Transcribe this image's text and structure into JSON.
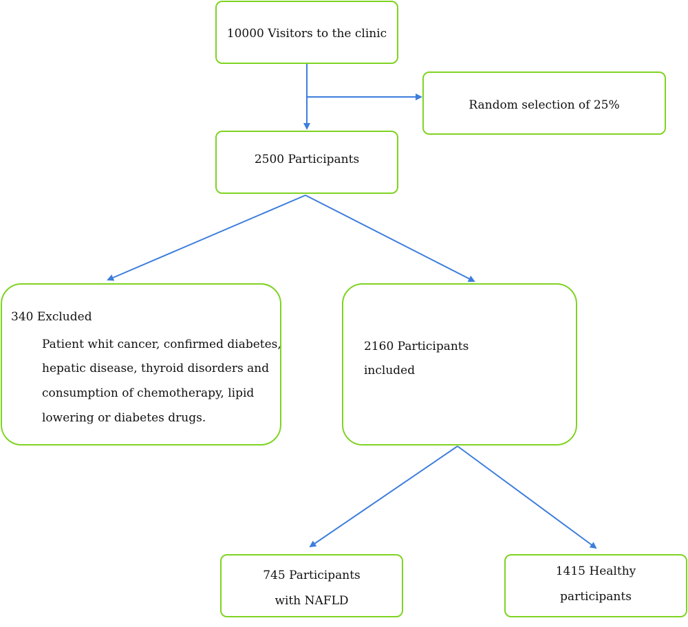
{
  "colors": {
    "box_border": "#7ed321",
    "arrow": "#3d7ddc"
  },
  "nodes": {
    "visitors": {
      "label": "10000 Visitors to the clinic"
    },
    "random_selection": {
      "label": "Random selection of 25%"
    },
    "participants": {
      "label": "2500 Participants"
    },
    "excluded": {
      "title": "340 Excluded",
      "detail_lines": [
        "Patient whit cancer, confirmed diabetes,",
        "hepatic disease, thyroid disorders and",
        "consumption of chemotherapy, lipid",
        "lowering or diabetes drugs."
      ]
    },
    "included": {
      "lines": [
        "2160 Participants",
        "included"
      ]
    },
    "nafld": {
      "lines": [
        "745 Participants",
        "with NAFLD"
      ]
    },
    "healthy": {
      "lines": [
        "1415 Healthy",
        "participants"
      ]
    }
  }
}
